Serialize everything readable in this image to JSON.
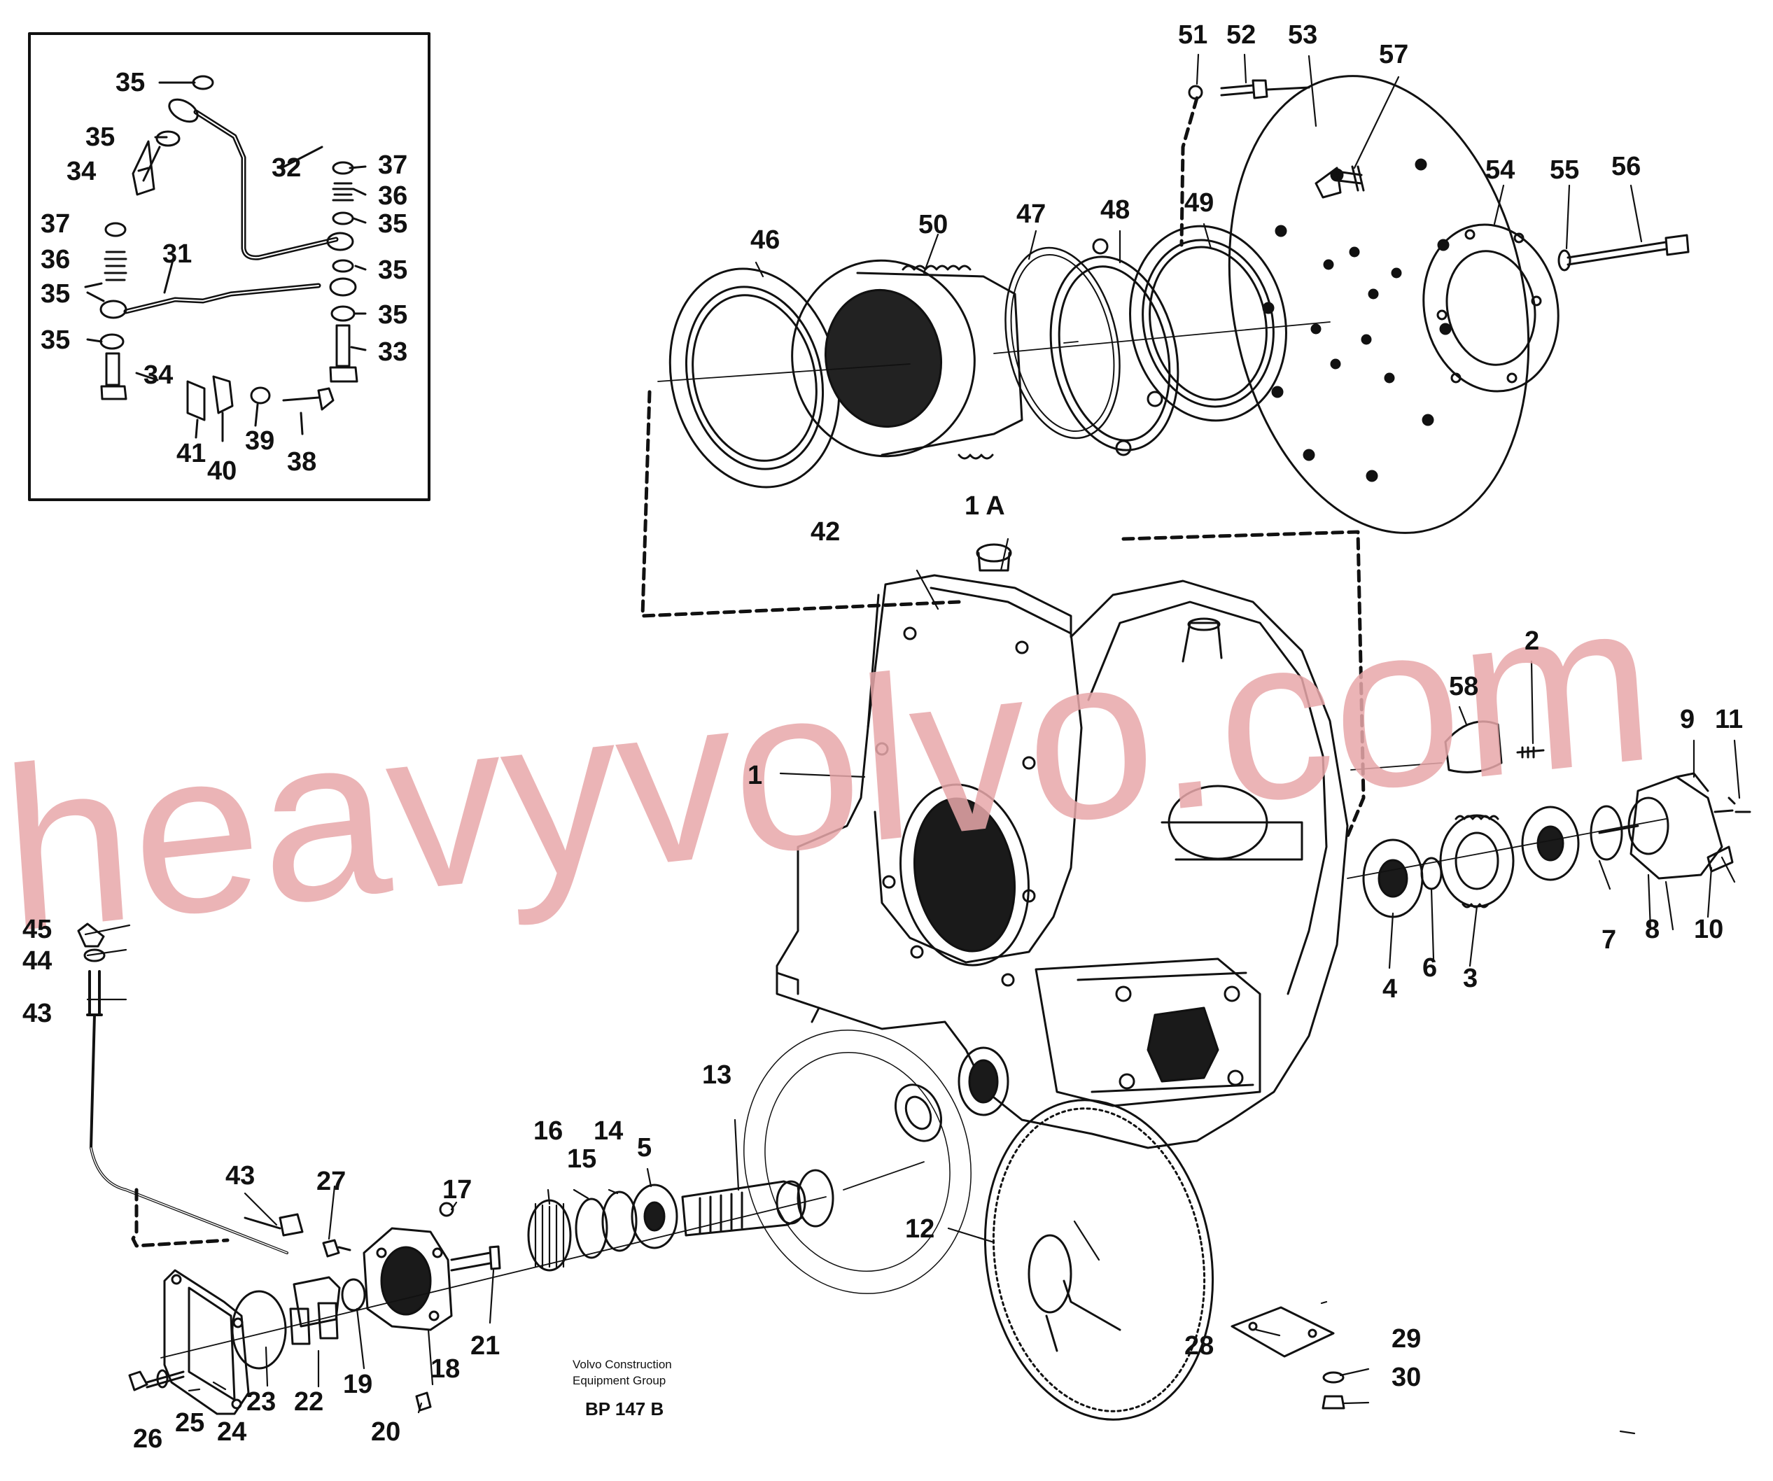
{
  "watermark": "heavyvolvo.com",
  "footer": {
    "org_line1": "Volvo Construction",
    "org_line2": "Equipment Group",
    "ref": "BP 147 B"
  },
  "labels": {
    "l35a": "35",
    "l35b": "35",
    "l34a": "34",
    "l32": "32",
    "l37a": "37",
    "l36a": "36",
    "l35c": "35",
    "l37b": "37",
    "l36b": "36",
    "l31": "31",
    "l35d": "35",
    "l35e": "35",
    "l35f": "35",
    "l35g": "35",
    "l33": "33",
    "l34b": "34",
    "l41": "41",
    "l40": "40",
    "l39": "39",
    "l38": "38",
    "l51": "51",
    "l52": "52",
    "l53": "53",
    "l57": "57",
    "l54": "54",
    "l55": "55",
    "l56": "56",
    "l46": "46",
    "l50": "50",
    "l47": "47",
    "l48": "48",
    "l49": "49",
    "l1A": "1 A",
    "l42": "42",
    "l58": "58",
    "l2": "2",
    "l9": "9",
    "l11": "11",
    "l1": "1",
    "l7": "7",
    "l8": "8",
    "l10": "10",
    "l4": "4",
    "l6": "6",
    "l3": "3",
    "l45": "45",
    "l44": "44",
    "l43a": "43",
    "l43b": "43",
    "l27": "27",
    "l17": "17",
    "l16": "16",
    "l15": "15",
    "l14": "14",
    "l5": "5",
    "l13": "13",
    "l12": "12",
    "l28": "28",
    "l29": "29",
    "l30": "30",
    "l21": "21",
    "l18": "18",
    "l19": "19",
    "l22": "22",
    "l23": "23",
    "l24": "24",
    "l25": "25",
    "l26": "26",
    "l20": "20"
  }
}
